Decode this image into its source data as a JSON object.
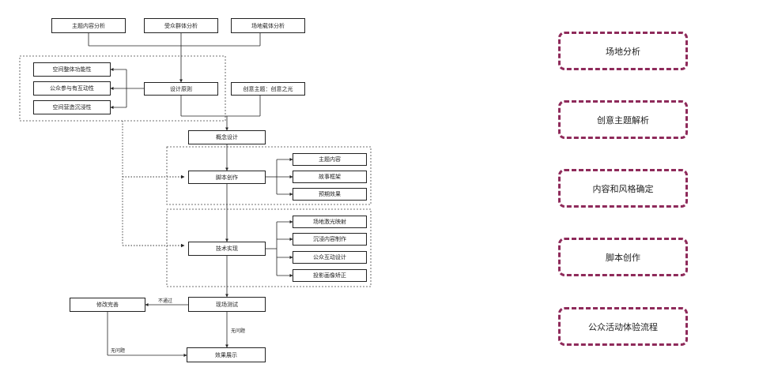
{
  "diagram": {
    "nodes": {
      "n1": "主题内容分析",
      "n2": "受众群体分析",
      "n3": "场地载体分析",
      "l1": "空间整体功能性",
      "l2": "公众参与有互动性",
      "l3": "空间营造沉浸性",
      "design": "设计原则",
      "theme": "创意主题：创意之光",
      "concept": "概念设计",
      "script": "脚本创作",
      "s1": "主题内容",
      "s2": "故事框架",
      "s3": "预期效果",
      "tech": "技术实现",
      "t1": "场地激光映射",
      "t2": "沉浸内容制作",
      "t3": "公众互动设计",
      "t4": "投影画像矫正",
      "test": "现场测试",
      "modify": "修改完善",
      "result": "效果展示"
    },
    "edge_labels": {
      "fail": "不通过",
      "pass": "无问题",
      "pass2": "无问题"
    }
  },
  "steps": [
    "场地分析",
    "创意主题解析",
    "内容和风格确定",
    "脚本创作",
    "公众活动体验流程"
  ],
  "colors": {
    "step_border": "#8e2a5a",
    "line": "#222222"
  }
}
